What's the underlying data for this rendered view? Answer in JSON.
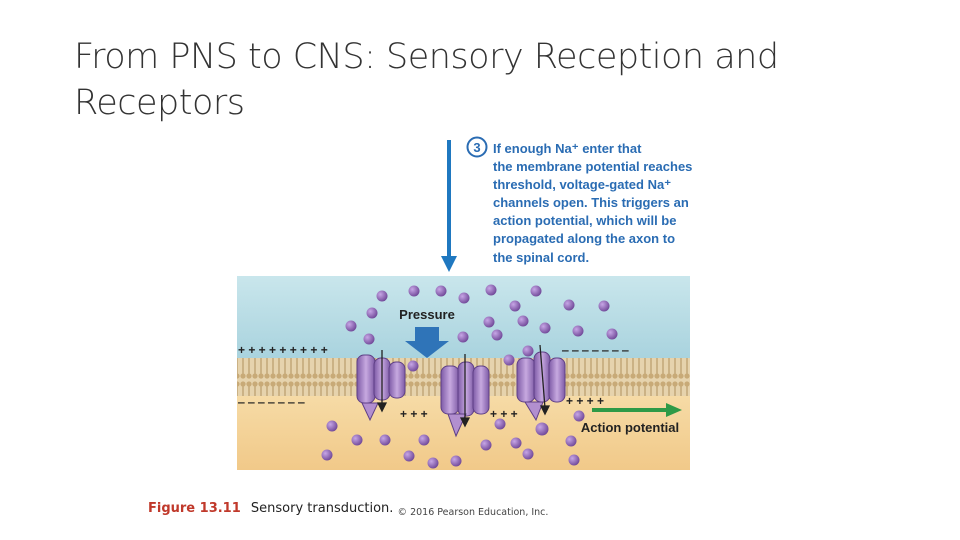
{
  "slide": {
    "title_line1": "From PNS to CNS: Sensory Reception and",
    "title_line2": "Receptors"
  },
  "diagram": {
    "step_number": "3",
    "step_text_lines": [
      "If enough Na⁺ enter that",
      "the membrane potential reaches",
      "threshold, voltage-gated Na⁺",
      "channels open. This triggers an",
      "action potential, which will be",
      "propagated along the axon to",
      "the spinal cord."
    ],
    "pressure_label": "Pressure",
    "action_potential_label": "Action potential",
    "colors": {
      "extracellular": "#b9dde6",
      "intracellular": "#f4d49a",
      "membrane": "#c9b38a",
      "channel": "#b28fcf",
      "ion": "#8e63b4",
      "pressure_arrow": "#2f74b8",
      "blue_arrow": "#1f78c0",
      "action_arrow": "#2e9a47",
      "step_text": "#2a6cb3"
    }
  },
  "caption": {
    "figure_number": "Figure 13.11",
    "text": "Sensory transduction.",
    "copyright": "© 2016 Pearson Education, Inc."
  }
}
